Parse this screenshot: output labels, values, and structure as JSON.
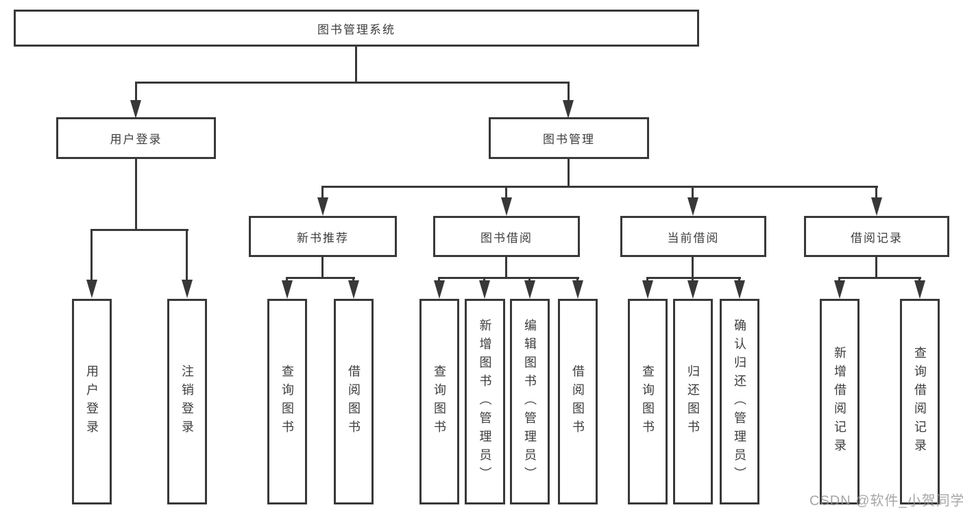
{
  "tree": {
    "label": "图书管理系统",
    "children": [
      {
        "label": "用户登录",
        "children": [
          {
            "label": "用户登录"
          },
          {
            "label": "注销登录"
          }
        ]
      },
      {
        "label": "图书管理",
        "children": [
          {
            "label": "新书推荐",
            "children": [
              {
                "label": "查询图书"
              },
              {
                "label": "借阅图书"
              }
            ]
          },
          {
            "label": "图书借阅",
            "children": [
              {
                "label": "查询图书"
              },
              {
                "label": "新增图书（管理员）"
              },
              {
                "label": "编辑图书（管理员）"
              },
              {
                "label": "借阅图书"
              }
            ]
          },
          {
            "label": "当前借阅",
            "children": [
              {
                "label": "查询图书"
              },
              {
                "label": "归还图书"
              },
              {
                "label": "确认归还（管理员）"
              }
            ]
          },
          {
            "label": "借阅记录",
            "children": [
              {
                "label": "新增借阅记录"
              },
              {
                "label": "查询借阅记录"
              }
            ]
          }
        ]
      }
    ]
  },
  "watermark": {
    "text": "CSDN @软件_小贺同学"
  },
  "colors": {
    "line": "#383838",
    "box_border": "#383838",
    "text": "#3d3d3d",
    "watermark": "#969696",
    "background": "#ffffff"
  }
}
